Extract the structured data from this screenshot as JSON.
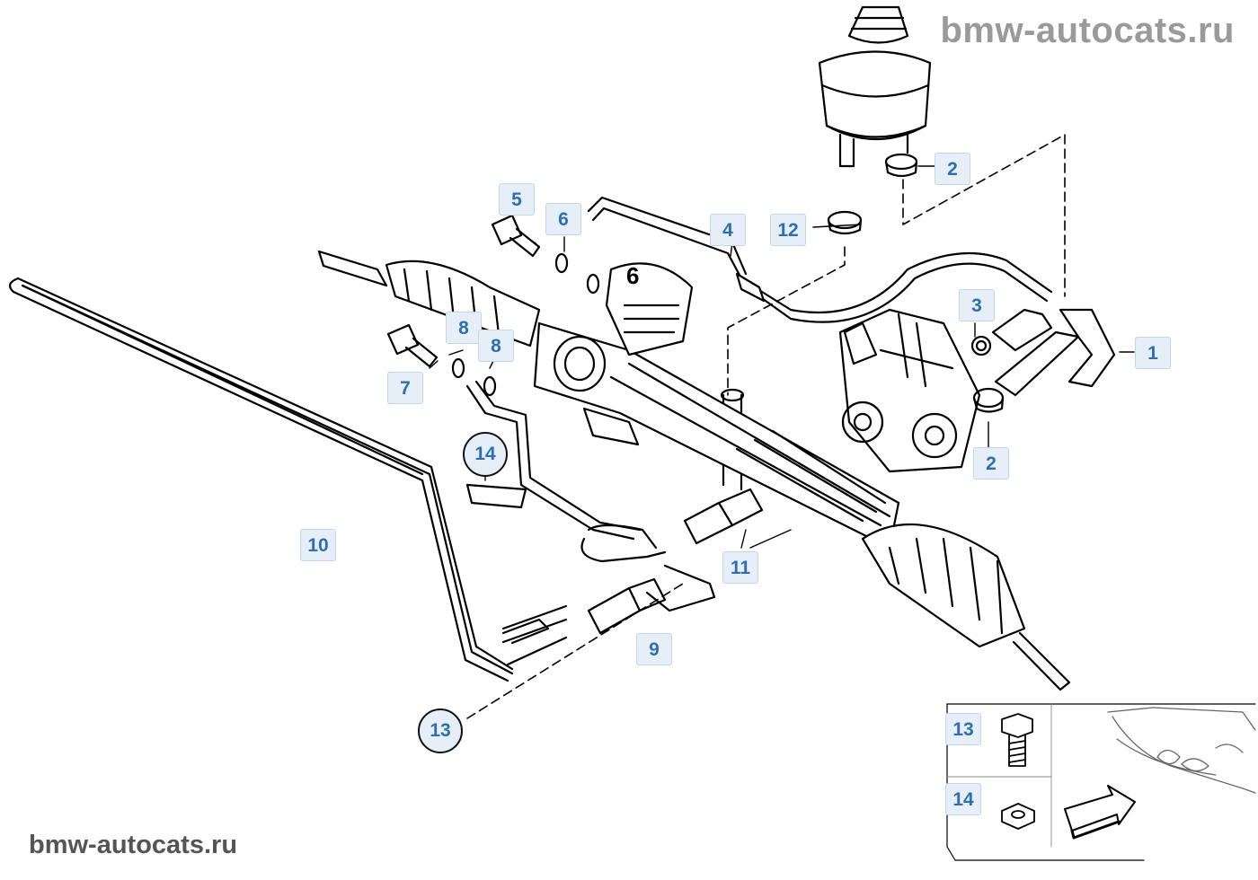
{
  "watermark": {
    "top": "bmw-autocats.ru",
    "bottom": "bmw-autocats.ru"
  },
  "callouts": [
    {
      "id": "c1",
      "label": "1"
    },
    {
      "id": "c2a",
      "label": "2"
    },
    {
      "id": "c2b",
      "label": "2"
    },
    {
      "id": "c3",
      "label": "3"
    },
    {
      "id": "c4",
      "label": "4"
    },
    {
      "id": "c5",
      "label": "5"
    },
    {
      "id": "c6",
      "label": "6"
    },
    {
      "id": "c7",
      "label": "7"
    },
    {
      "id": "c8a",
      "label": "8"
    },
    {
      "id": "c8b",
      "label": "8"
    },
    {
      "id": "c9",
      "label": "9"
    },
    {
      "id": "c10",
      "label": "10"
    },
    {
      "id": "c11",
      "label": "11"
    },
    {
      "id": "c12",
      "label": "12"
    },
    {
      "id": "c13",
      "label": "13"
    },
    {
      "id": "c14",
      "label": "14"
    }
  ],
  "part_label_6": "6",
  "inset": {
    "label_13": "13",
    "label_14": "14"
  },
  "colors": {
    "callout_text": "#2e6fae",
    "callout_bg": "#e6eef7",
    "line": "#000000",
    "watermark": "#9a9a9a"
  }
}
